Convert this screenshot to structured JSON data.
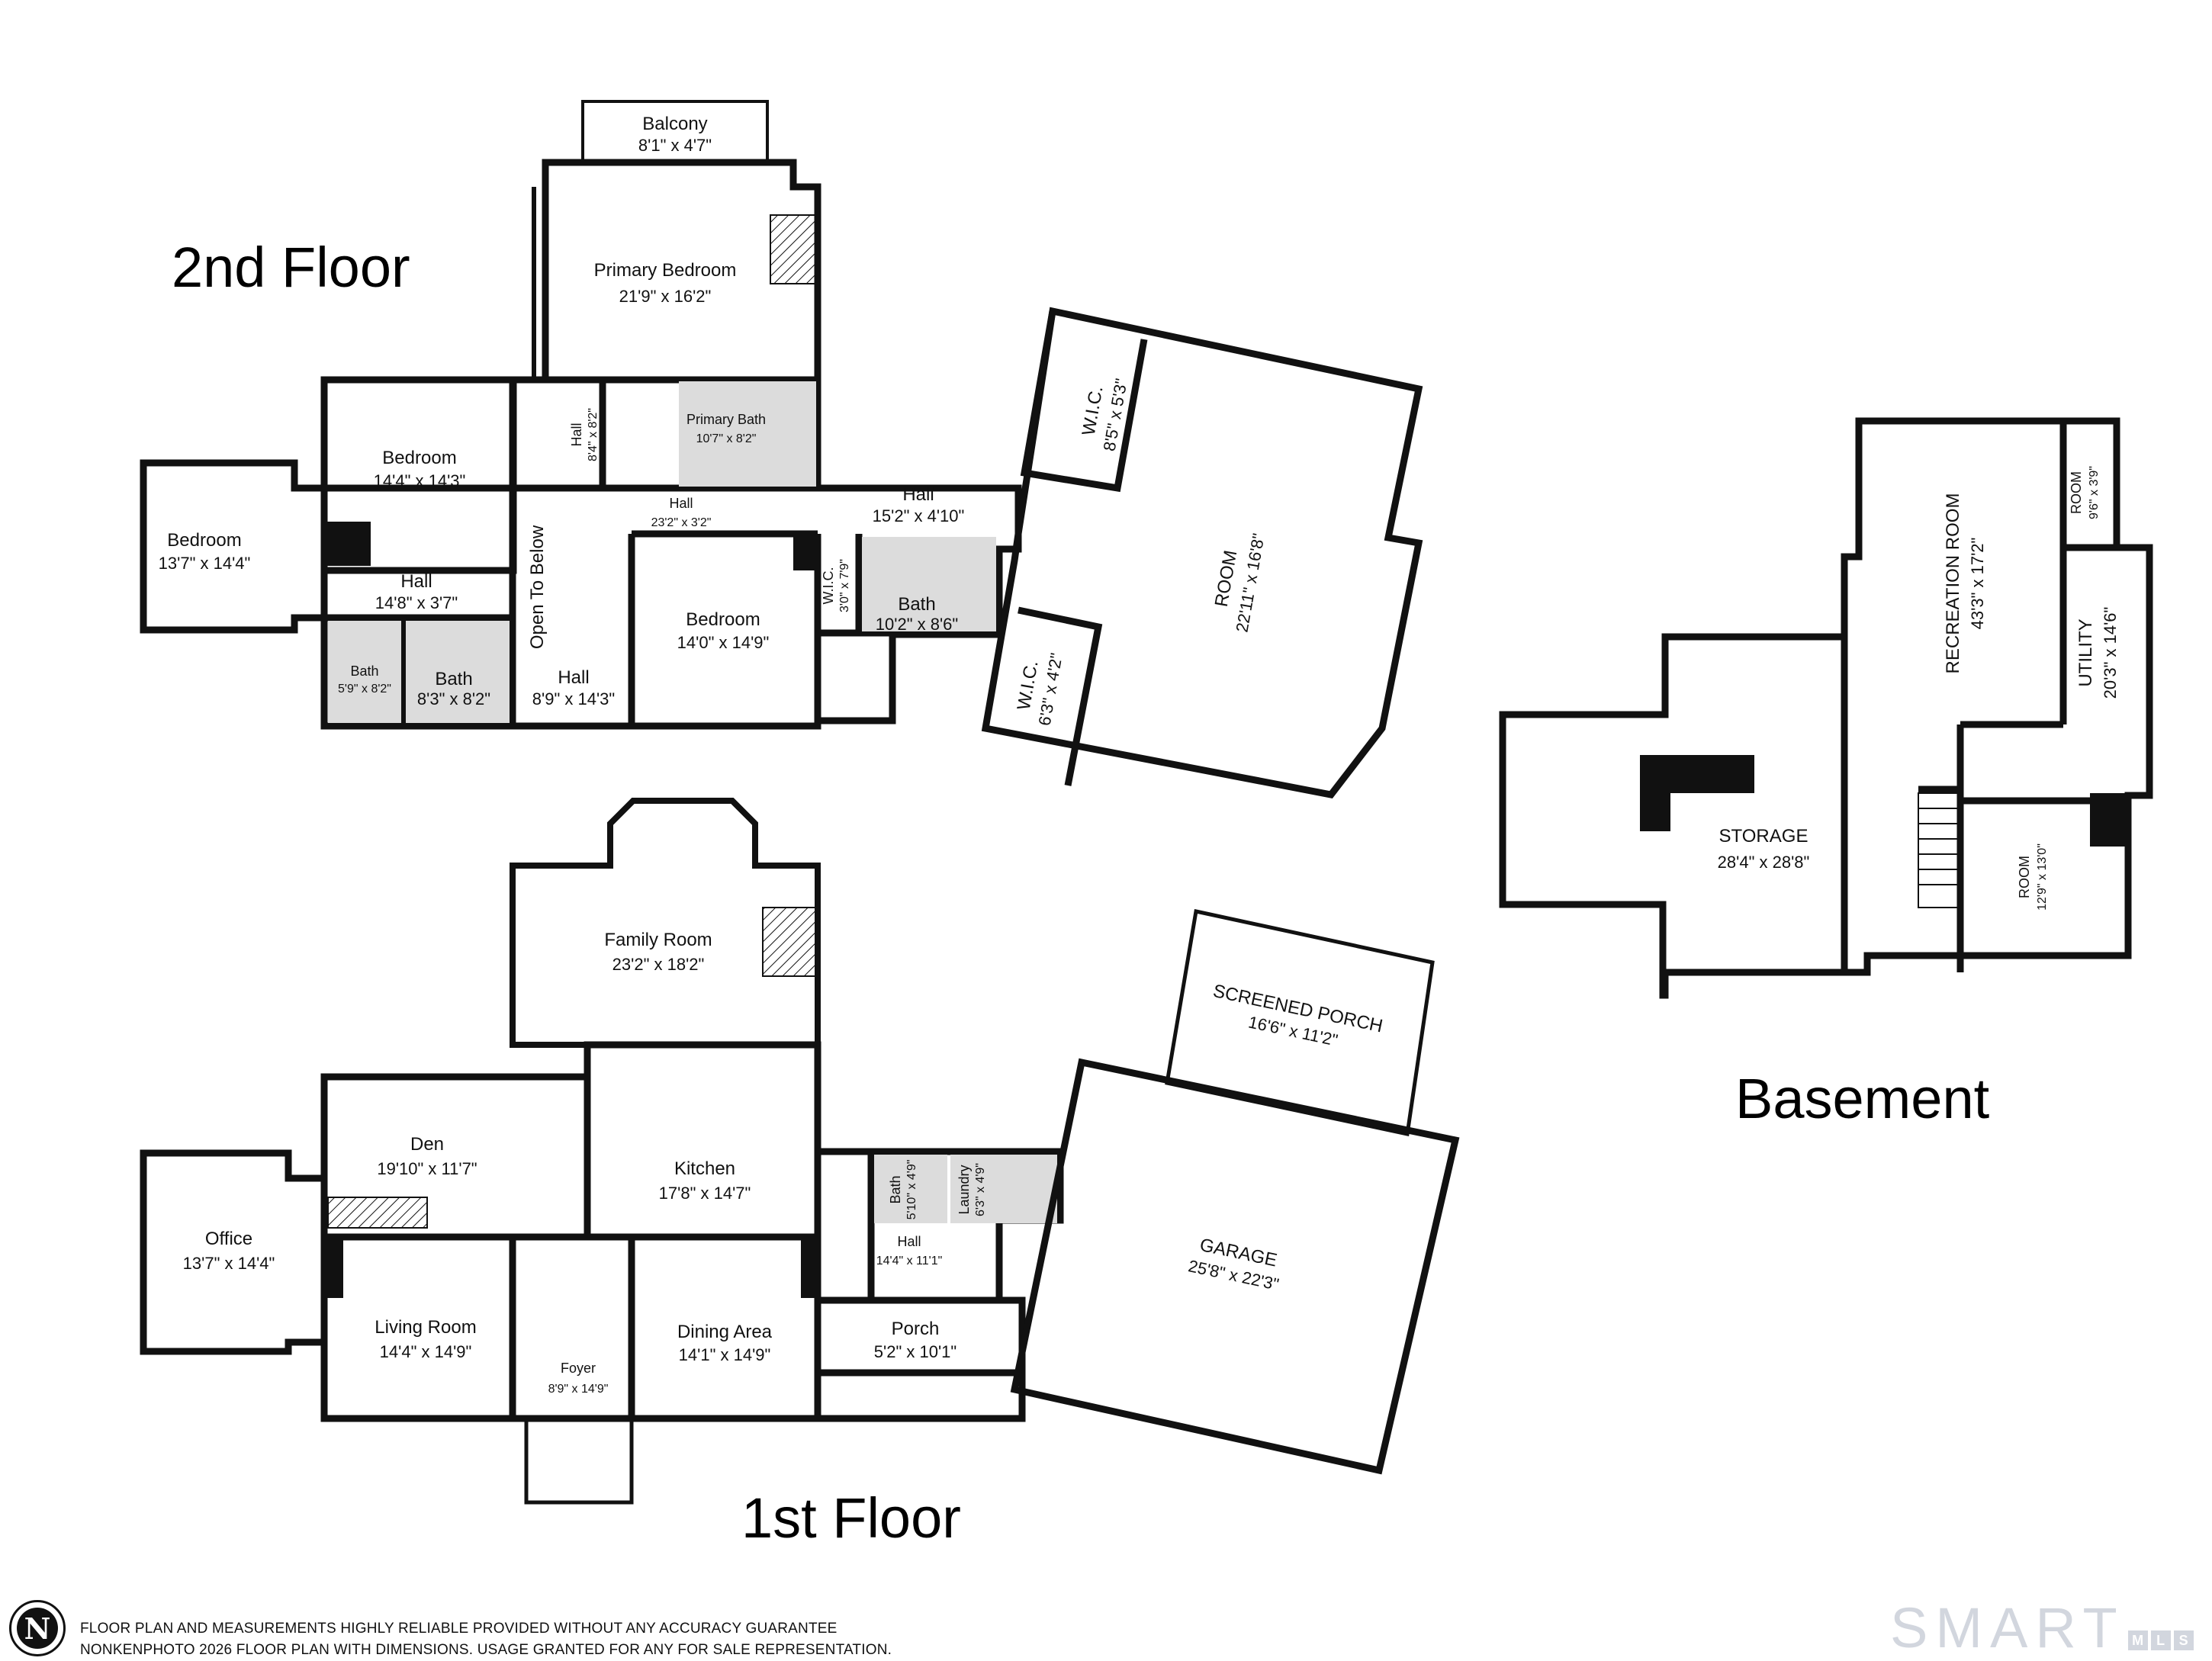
{
  "floors": {
    "second": "2nd Floor",
    "first": "1st Floor",
    "basement": "Basement"
  },
  "rooms": {
    "balcony": {
      "name": "Balcony",
      "dim": "8'1\" x 4'7\""
    },
    "primary_bedroom": {
      "name": "Primary Bedroom",
      "dim": "21'9\" x 16'2\""
    },
    "primary_bath": {
      "name": "Primary Bath",
      "dim": "10'7\" x 8'2\""
    },
    "hall_small": {
      "name": "Hall",
      "dim": "8'4\" x 8'2\""
    },
    "bedroom_a": {
      "name": "Bedroom",
      "dim": "14'4\" x 14'3\""
    },
    "bedroom_b": {
      "name": "Bedroom",
      "dim": "13'7\" x 14'4\""
    },
    "hall_upper": {
      "name": "Hall",
      "dim": "23'2\" x 3'2\""
    },
    "hall_east": {
      "name": "Hall",
      "dim": "15'2\" x 4'10\""
    },
    "open_to_below": {
      "name": "Open To Below"
    },
    "hall_west": {
      "name": "Hall",
      "dim": "14'8\" x 3'7\""
    },
    "bath_a": {
      "name": "Bath",
      "dim": "5'9\" x 8'2\""
    },
    "bath_b": {
      "name": "Bath",
      "dim": "8'3\" x 8'2\""
    },
    "hall_stair": {
      "name": "Hall",
      "dim": "8'9\" x 14'3\""
    },
    "bedroom_c": {
      "name": "Bedroom",
      "dim": "14'0\" x 14'9\""
    },
    "wic_small": {
      "name": "W.I.C.",
      "dim": "3'0\" x 7'9\""
    },
    "bath_c": {
      "name": "Bath",
      "dim": "10'2\" x 8'6\""
    },
    "wic_a": {
      "name": "W.I.C.",
      "dim": "8'5\" x 5'3\""
    },
    "wic_b": {
      "name": "W.I.C.",
      "dim": "6'3\" x 4'2\""
    },
    "room_upper": {
      "name": "ROOM",
      "dim": "22'11\" x 16'8\""
    },
    "family_room": {
      "name": "Family Room",
      "dim": "23'2\" x 18'2\""
    },
    "den": {
      "name": "Den",
      "dim": "19'10\" x 11'7\""
    },
    "kitchen": {
      "name": "Kitchen",
      "dim": "17'8\" x 14'7\""
    },
    "office": {
      "name": "Office",
      "dim": "13'7\" x 14'4\""
    },
    "living_room": {
      "name": "Living Room",
      "dim": "14'4\" x 14'9\""
    },
    "foyer": {
      "name": "Foyer",
      "dim": "8'9\" x 14'9\""
    },
    "dining_area": {
      "name": "Dining Area",
      "dim": "14'1\" x 14'9\""
    },
    "bath_first": {
      "name": "Bath",
      "dim": "5'10\" x 4'9\""
    },
    "laundry": {
      "name": "Laundry",
      "dim": "6'3\" x 4'9\""
    },
    "hall_first": {
      "name": "Hall",
      "dim": "14'4\" x 11'1\""
    },
    "porch": {
      "name": "Porch",
      "dim": "5'2\" x 10'1\""
    },
    "screened_porch": {
      "name": "SCREENED PORCH",
      "dim": "16'6\" x 11'2\""
    },
    "garage": {
      "name": "GARAGE",
      "dim": "25'8\" x 22'3\""
    },
    "recreation_room": {
      "name": "RECREATION ROOM",
      "dim": "43'3\" x 17'2\""
    },
    "room_small": {
      "name": "ROOM",
      "dim": "9'6\" x 3'9\""
    },
    "utility": {
      "name": "UTILITY",
      "dim": "20'3\" x 14'6\""
    },
    "storage": {
      "name": "STORAGE",
      "dim": "28'4\" x 28'8\""
    },
    "room_basement": {
      "name": "ROOM",
      "dim": "12'9\" x 13'0\""
    }
  },
  "footer": {
    "line1": "FLOOR PLAN AND MEASUREMENTS HIGHLY RELIABLE PROVIDED WITHOUT ANY ACCURACY GUARANTEE",
    "line2": "NONKENPHOTO 2026  FLOOR PLAN WITH DIMENSIONS. USAGE GRANTED FOR ANY FOR SALE REPRESENTATION.",
    "logo_letter": "N",
    "brand_word": "SMART",
    "brand_mls": [
      "M",
      "L",
      "S"
    ]
  },
  "colors": {
    "wall": "#111111",
    "bath_fill": "#dcdcdc",
    "brand": "#d2d6de"
  }
}
